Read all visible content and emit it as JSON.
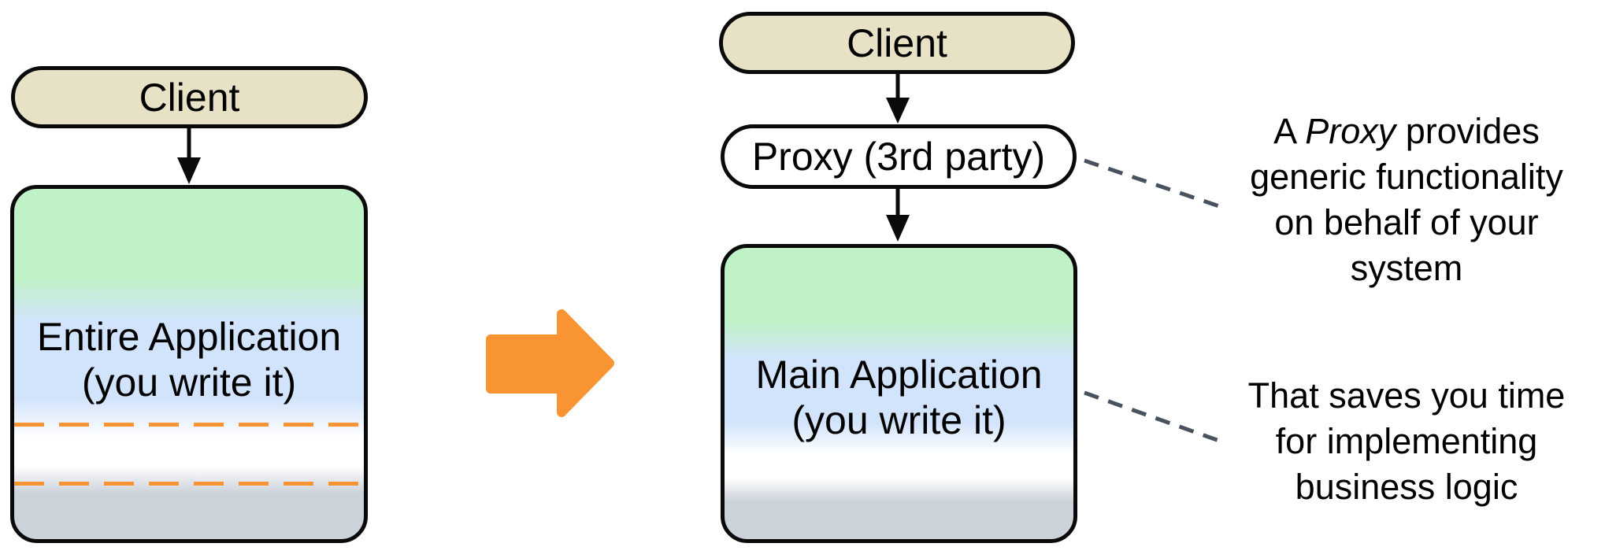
{
  "left_panel": {
    "client_label": "Client",
    "app_line1": "Entire Application",
    "app_line2": "(you write it)"
  },
  "right_panel": {
    "client_label": "Client",
    "proxy_label": "Proxy (3rd party)",
    "app_line1": "Main Application",
    "app_line2": "(you write it)"
  },
  "annotations": {
    "proxy_note_prefix": "A ",
    "proxy_note_italic": "Proxy",
    "proxy_note_suffix": " provides",
    "proxy_note_line2": "generic functionality",
    "proxy_note_line3": "on behalf of your",
    "proxy_note_line4": "system",
    "time_note_line1": "That saves you time",
    "time_note_line2": "for implementing",
    "time_note_line3": "business logic"
  },
  "colors": {
    "node_fill_tan": "#e7e1c6",
    "proxy_fill": "#ffffff",
    "box_green": "#bff2c6",
    "box_blue": "#d2e4fb",
    "box_gray": "#ccd2da",
    "outline_black": "#0a0a0a",
    "accent_orange": "#f89431",
    "dashed_orange": "#f79433",
    "leader_gray": "#47525e"
  }
}
